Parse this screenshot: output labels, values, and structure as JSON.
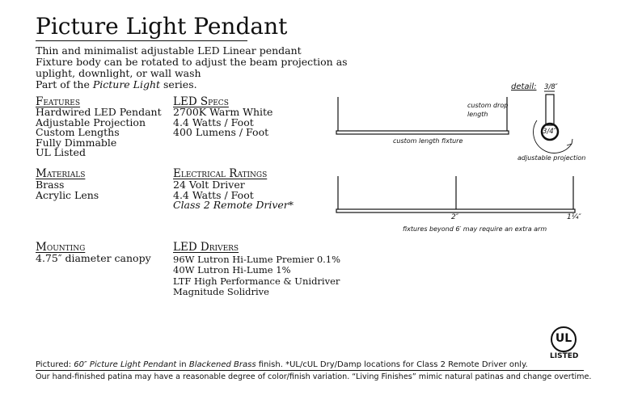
{
  "title": "Picture Light Pendant",
  "intro": {
    "line1": "Thin and minimalist adjustable LED Linear pendant",
    "line2": "Fixture body can be rotated to adjust the beam projection as",
    "line3": "uplight, downlight, or wall wash",
    "line4_prefix": "Part of the ",
    "line4_series": "Picture Light",
    "line4_suffix": " series."
  },
  "features": {
    "heading": "Features",
    "items": [
      "Hardwired LED Pendant",
      "Adjustable Projection",
      "Custom Lengths",
      "Fully Dimmable",
      "UL Listed"
    ]
  },
  "led_specs": {
    "heading": "LED Specs",
    "items": [
      "2700K Warm White",
      "4.4 Watts / Foot",
      "400 Lumens / Foot"
    ]
  },
  "materials": {
    "heading": "Materials",
    "items": [
      "Brass",
      "Acrylic Lens"
    ]
  },
  "electrical": {
    "heading": "Electrical Ratings",
    "items": [
      "24 Volt Driver",
      "4.4 Watts / Foot"
    ],
    "italic_item": "Class 2 Remote Driver*"
  },
  "mounting": {
    "heading": "Mounting",
    "items": [
      "4.75″ diameter canopy"
    ]
  },
  "led_drivers": {
    "heading": "LED Drivers",
    "items": [
      "96W Lutron Hi-Lume Premier 0.1%",
      "40W Lutron Hi-Lume 1%",
      "LTF High Performance & Unidriver",
      "Magnitude Solidrive"
    ]
  },
  "diagram": {
    "drop_label_1": "custom drop",
    "drop_label_2": "length",
    "length_label": "custom length fixture",
    "detail_label": "detail:",
    "dim_width": "3/8″",
    "dim_diameter": "3/4″",
    "projection_label": "adjustable projection",
    "dim_gap": "2″",
    "dim_end": "1¼″",
    "arm_note": "fixtures beyond 6′ may require an extra arm"
  },
  "badge": {
    "text": "LISTED",
    "symbol": "UL"
  },
  "caption": {
    "prefix": "Pictured: ",
    "product": "60″ Picture Light Pendant",
    "mid": " in ",
    "finish": "Blackened Brass",
    "suffix": " finish. *UL/cUL Dry/Damp locations for Class 2 Remote Driver only."
  },
  "footnote": "Our hand-finished patina may have a reasonable degree of color/finish variation. “Living Finishes” mimic natural patinas and change overtime."
}
